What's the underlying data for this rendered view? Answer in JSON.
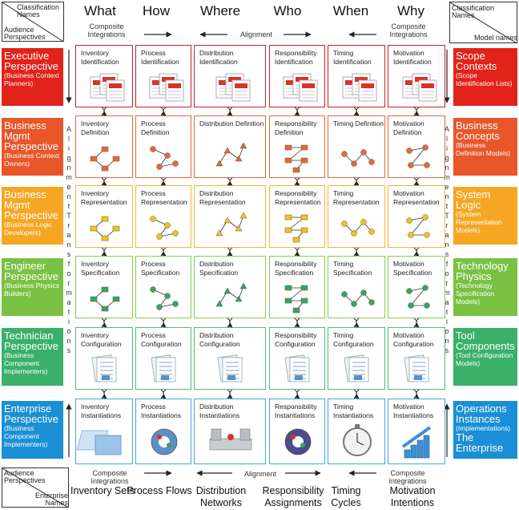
{
  "corners": {
    "top_left": {
      "top": "Classification Names",
      "bottom": "Audience Perspectives"
    },
    "top_right": {
      "top": "Classification Names",
      "bottom": "Model names"
    },
    "bottom_left": {
      "top": "Audience Perspectives",
      "bottom": "Enterprise Names"
    }
  },
  "columns": [
    {
      "heading": "What",
      "bottom_name": "Inventory Sets"
    },
    {
      "heading": "How",
      "bottom_name": "Process Flows"
    },
    {
      "heading": "Where",
      "bottom_name": "Distribution Networks"
    },
    {
      "heading": "Who",
      "bottom_name": "Responsibility Assignments"
    },
    {
      "heading": "When",
      "bottom_name": "Timing Cycles"
    },
    {
      "heading": "Why",
      "bottom_name": "Motivation Intentions"
    }
  ],
  "composite_integrations": "Composite Integrations",
  "alignment": "Alignment",
  "vertical_label": "Alignment Transformations",
  "rows": [
    {
      "left_title": "Executive Perspective",
      "left_sub": "(Business Context Planners)",
      "right_title": "Scope Contexts",
      "right_sub": "(Scope Identification Lists)",
      "color": "#e2231a",
      "border": "#c8202a",
      "cells": [
        "Inventory Identification",
        "Process Identification",
        "Distribution Identification",
        "Responsibility Identification",
        "Timing Identification",
        "Motivation Identification"
      ]
    },
    {
      "left_title": "Business Mgmt Perspective",
      "left_sub": "(Business Context Owners)",
      "right_title": "Business Concepts",
      "right_sub": "(Business Definition Models)",
      "color": "#e8562a",
      "border": "#e06a3c",
      "cells": [
        "Inventory Definition",
        "Process Definition",
        "Distribution Definition",
        "Responsibility Definition",
        "Timing Definition",
        "Motivation Definition"
      ]
    },
    {
      "left_title": "Business Mgmt Perspective",
      "left_sub": "(Business Logic Developers)",
      "right_title": "System Logic",
      "right_sub": "(System Representation Models)",
      "color": "#f5a623",
      "border": "#f0b43a",
      "cells": [
        "Inventory Representation",
        "Process Representation",
        "Distribution Representation",
        "Responsibility Representation",
        "Timing Representation",
        "Motivation Representation"
      ]
    },
    {
      "left_title": "Engineer Perspective",
      "left_sub": "(Business Physics Builders)",
      "right_title": "Technology Physics",
      "right_sub": "(Technology Specification Models)",
      "color": "#7ac143",
      "border": "#8cc857",
      "cells": [
        "Inventory Specification",
        "Process Specification",
        "Distribution Specification",
        "Responsibility Specification",
        "Timing Specification",
        "Motivation Specification"
      ]
    },
    {
      "left_title": "Technician Perspective",
      "left_sub": "(Business Component Implementers)",
      "right_title": "Tool Components",
      "right_sub": "(Tool Configuration Models)",
      "color": "#3bb06a",
      "border": "#55b97a",
      "cells": [
        "Inventory Configuration",
        "Process Configuration",
        "Distribution Configuration",
        "Responsibility Configuration",
        "Timing Configuration",
        "Motivation Configuration"
      ]
    },
    {
      "left_title": "Enterprise Perspective",
      "left_sub": "(Business Component Implementers)",
      "right_title": "Operations Instances",
      "right_sub": "(Implementations)",
      "right_extra": "The Enterprise",
      "color": "#1a8fd6",
      "border": "#4aa3db",
      "cells": [
        "Inventory Instantiations",
        "Process Instantiations",
        "Distribution Instantiations",
        "Responsibility Instantiations",
        "Timing Instantiations",
        "Motivation Instantiations"
      ]
    }
  ]
}
